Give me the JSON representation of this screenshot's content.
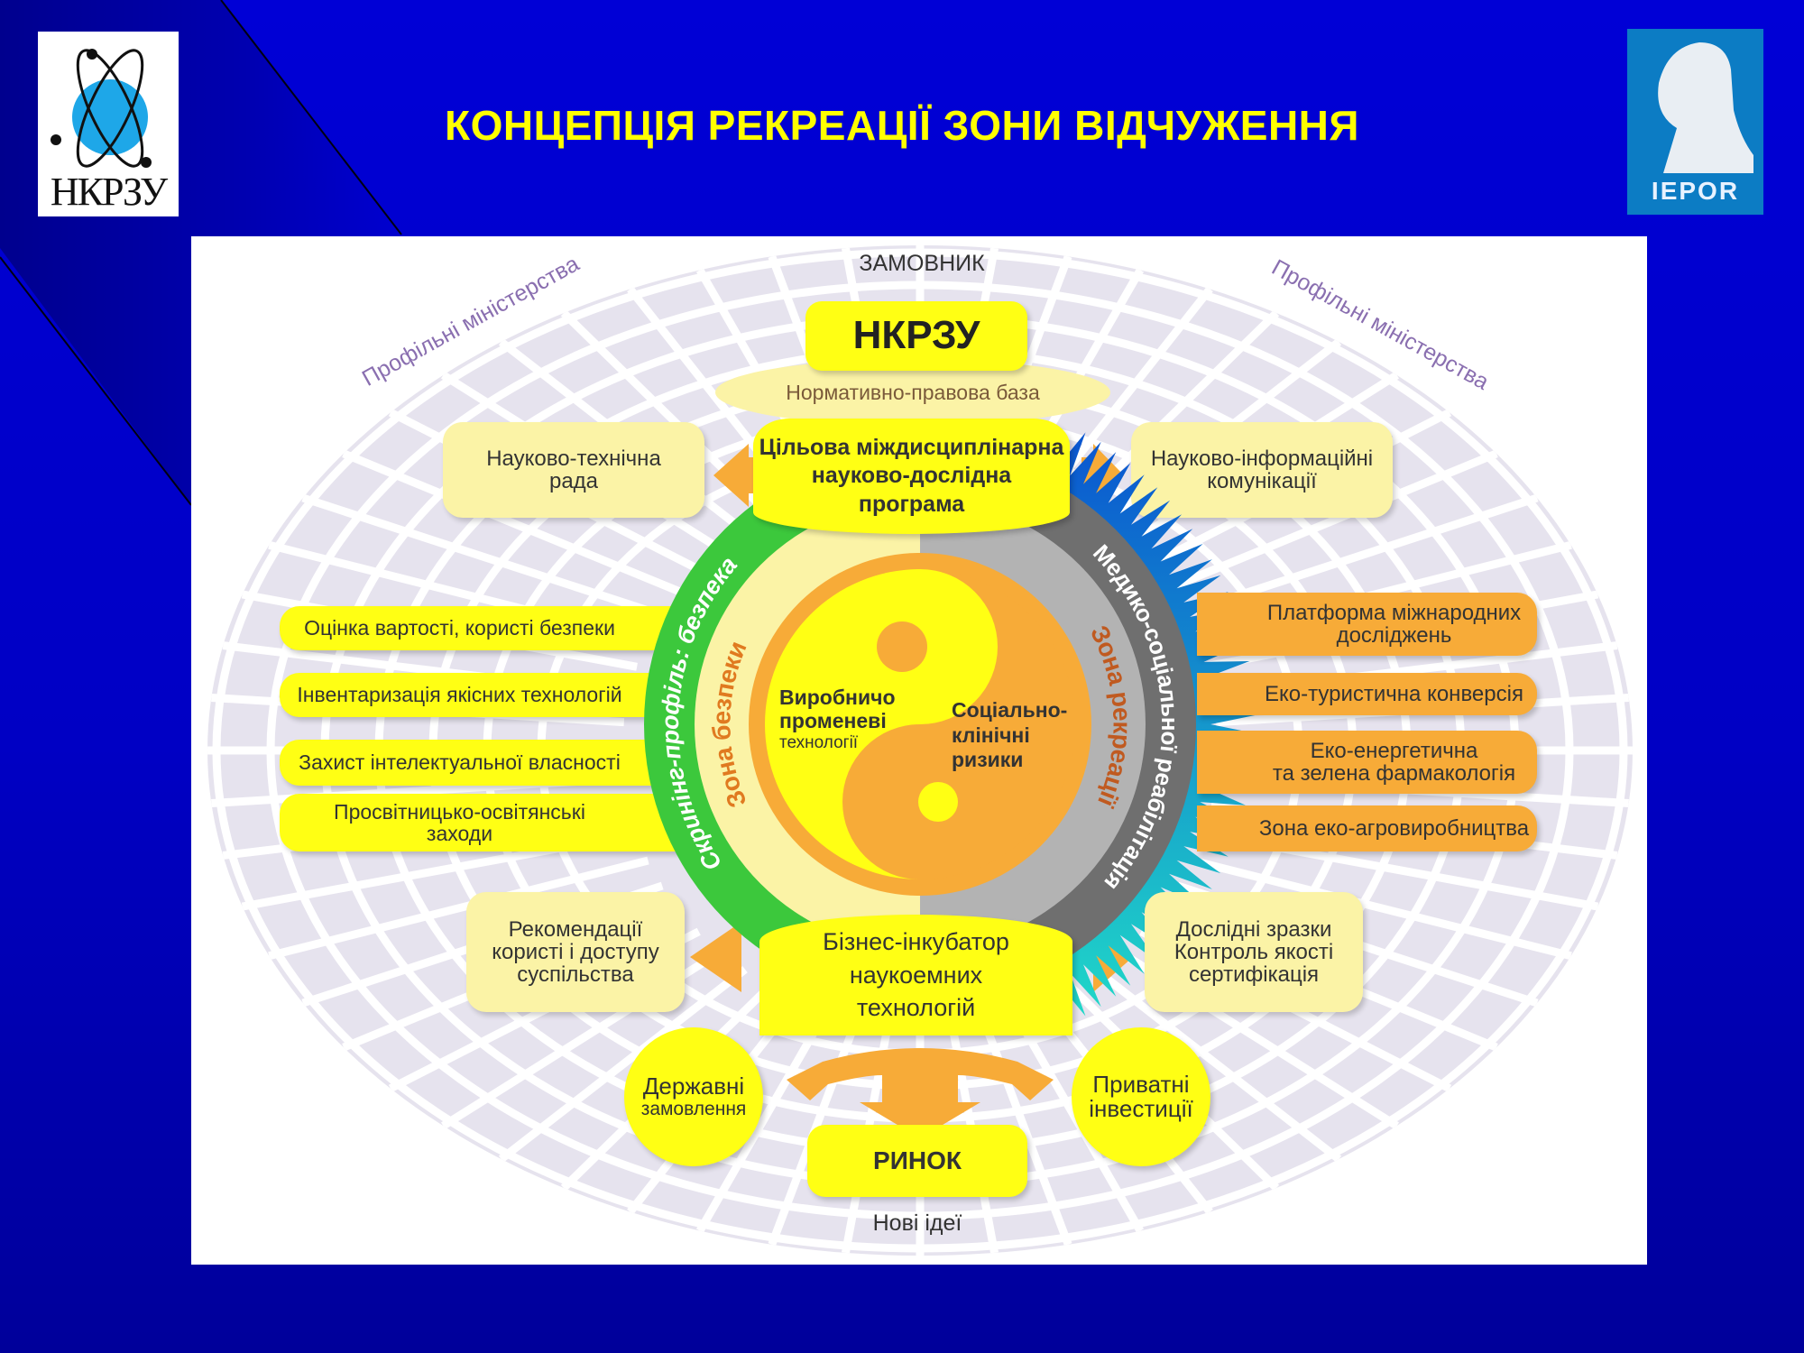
{
  "title": "КОНЦЕПЦІЯ РЕКРЕАЦІЇ ЗОНИ ВІДЧУЖЕННЯ",
  "logos": {
    "left": "НКРЗУ",
    "right": "IEPOR"
  },
  "diagram": {
    "customer_label": "ЗАМОВНИК",
    "ministries_left": "Профільні міністерства",
    "ministries_right": "Профільні міністерства",
    "top_org": "НКРЗУ",
    "legal_base": "Нормативно-правова база",
    "program": [
      "Цільова міждисциплінарна",
      "науково-дослідна",
      "програма"
    ],
    "sci_council": [
      "Науково-технічна",
      "рада"
    ],
    "sci_info": [
      "Науково-інформаційні",
      "комунікації"
    ],
    "ring_left": "Скринінг-профіль: безпека",
    "ring_right": "Медико-соціальної реабілітація",
    "zone_left": "Зона безпеки",
    "zone_right": "Зона рекреації",
    "yin": [
      "Виробничо",
      "променеві",
      "технології"
    ],
    "yang": [
      "Соціально-",
      "клінічні",
      "ризики"
    ],
    "left_items": [
      "Оцінка вартості, користі безпеки",
      "Інвентаризація якісних технологій",
      "Захист інтелектуальної власності",
      [
        "Просвітницько-освітянські",
        "заходи"
      ]
    ],
    "right_items": [
      [
        "Платформа міжнародних",
        "досліджень"
      ],
      "Еко-туристична конверсія",
      [
        "Еко-енергетична",
        "та зелена фармакологія"
      ],
      "Зона еко-агровиробництва"
    ],
    "recommendations": [
      "Рекомендації",
      "користі і доступу",
      "суспільства"
    ],
    "incubator": [
      "Бізнес-інкубатор",
      "наукоемних",
      "технологій"
    ],
    "samples": [
      "Дослідні зразки",
      "Контроль якості",
      "сертифікація"
    ],
    "state_orders": [
      "Державні",
      "замовлення"
    ],
    "private_inv": [
      "Приватні",
      "інвестиції"
    ],
    "market": "РИНОК",
    "new_ideas": "Нові ідеї"
  },
  "colors": {
    "background": "#0000d0",
    "title": "#ffff00",
    "yellow": "#ffff14",
    "orange": "#f7ab38",
    "green": "#3cc83c",
    "gray": "#7a7a7a"
  }
}
